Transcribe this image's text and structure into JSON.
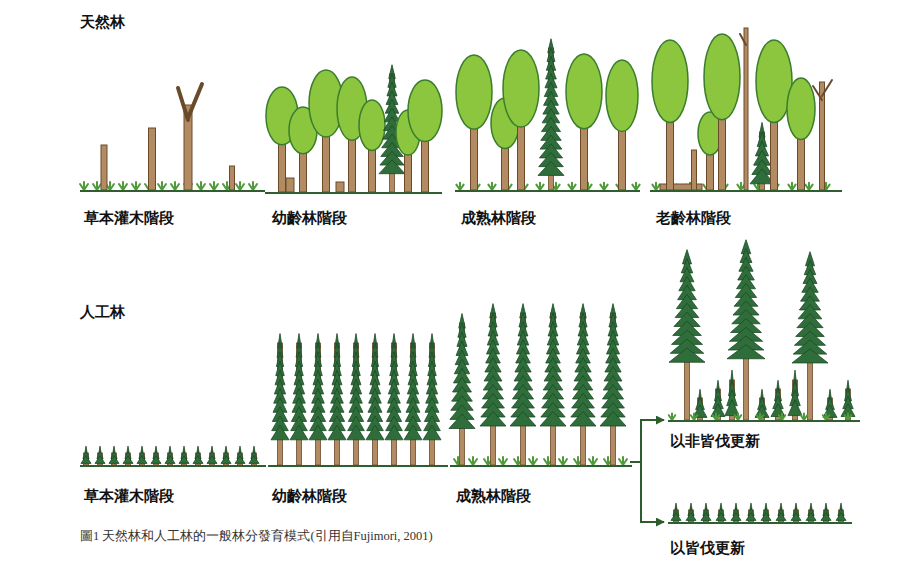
{
  "diagram": {
    "caption": "圖1 天然林和人工林的一般林分發育模式(引用自Fujimori, 2001)",
    "nodes": [
      {
        "text": [
          "草本灌木階段"
        ]
      },
      {
        "text": [
          "幼齡林階段"
        ]
      },
      {
        "text": [
          "成熟林階段"
        ]
      },
      {
        "text": [
          "老齡林階段"
        ]
      },
      {
        "text": [
          "草本灌木階段"
        ]
      },
      {
        "text": [
          "幼齡林階段"
        ]
      },
      {
        "text": [
          "成熟林階段"
        ]
      },
      {
        "text": [
          "以非皆伐更新"
        ]
      },
      {
        "text": [
          "以皆伐更新"
        ]
      }
    ],
    "edges": [
      {
        "from": 6,
        "to": 7,
        "arrow": "to"
      },
      {
        "from": 6,
        "to": 8,
        "arrow": "to"
      }
    ],
    "labels": [
      "天然林",
      "人工林"
    ]
  }
}
